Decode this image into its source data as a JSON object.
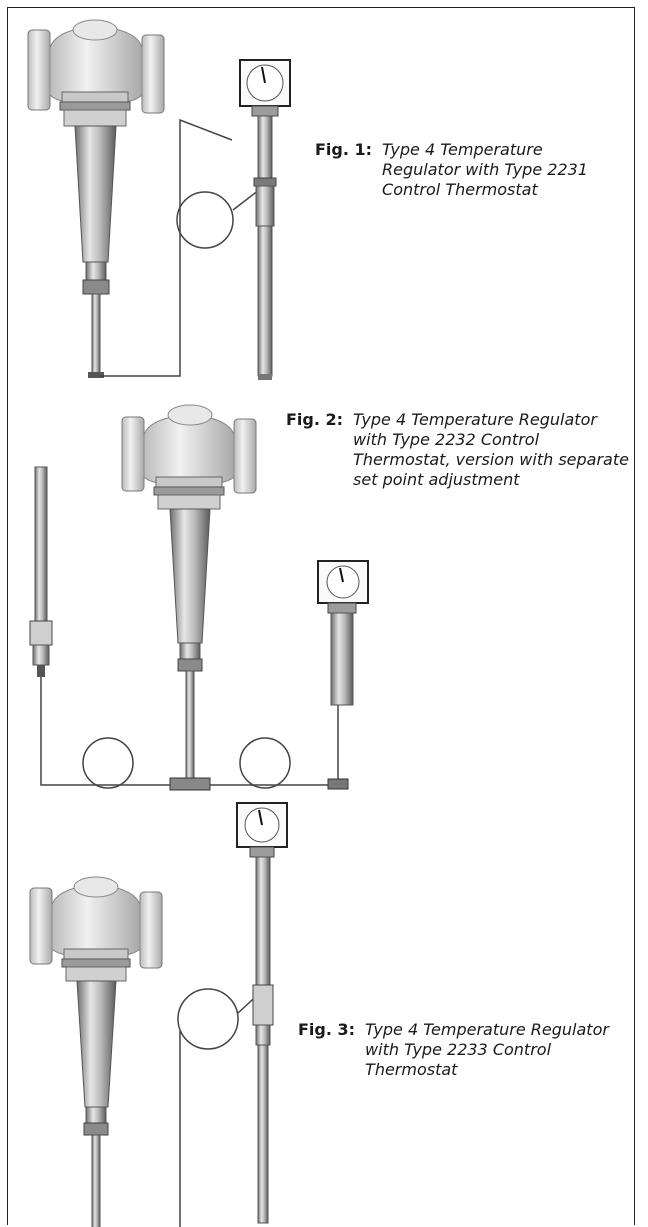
{
  "figures": [
    {
      "label": "Fig. 1:",
      "text": "Type 4 Temperature Regulator with Type 2231 Control Thermostat"
    },
    {
      "label": "Fig. 2:",
      "text": "Type 4 Temperature Regulator with Type 2232 Control Thermostat, version with separate set point adjustment"
    },
    {
      "label": "Fig. 3:",
      "text": "Type 4 Temperature Regulator with Type 2233 Control Thermostat"
    }
  ]
}
